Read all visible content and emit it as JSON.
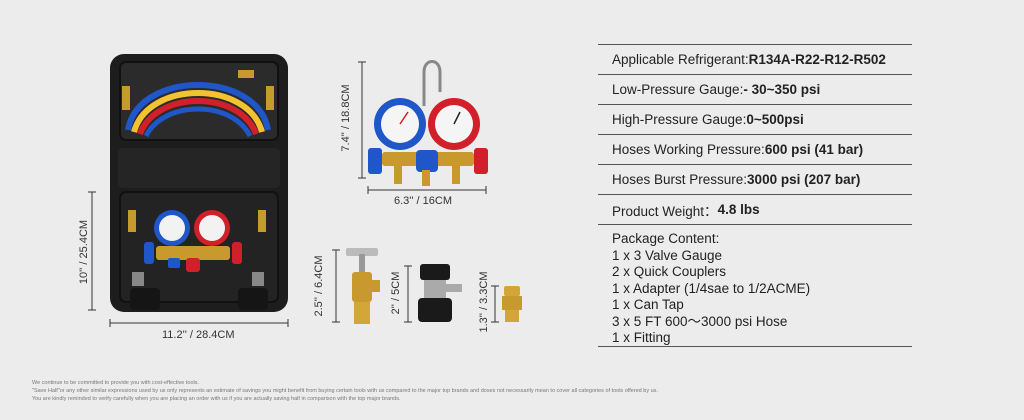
{
  "dimensions": {
    "case_height": "10'' / 25.4CM",
    "case_width": "11.2'' / 28.4CM",
    "gauge_height": "7.4'' / 18.8CM",
    "gauge_width": "6.3'' / 16CM",
    "can_tap_height": "2.5'' / 6.4CM",
    "coupler_height": "2'' / 5CM",
    "fitting_height": "1.3'' / 3.3CM"
  },
  "specs": [
    {
      "label": "Applicable Refrigerant: ",
      "value": "R134A-R22-R12-R502"
    },
    {
      "label": "Low-Pressure Gauge: ",
      "value": "- 30~350 psi"
    },
    {
      "label": "High-Pressure Gauge: ",
      "value": "0~500psi"
    },
    {
      "label": "Hoses Working Pressure: ",
      "value": "600 psi (41 bar)"
    },
    {
      "label": "Hoses Burst Pressure: ",
      "value": "3000 psi (207 bar)"
    },
    {
      "label": "Product Weight： ",
      "value": "4.8 lbs"
    }
  ],
  "package": {
    "title": "Package Content:",
    "items": [
      "1 x 3 Valve Gauge",
      "2 x Quick Couplers",
      "1 x Adapter (1/4sae to 1/2ACME)",
      "1 x Can Tap",
      "3 x 5 FT 600～3000 psi Hose",
      "1 x Fitting"
    ]
  },
  "disclaimer": [
    "We continue to be committed to provide you with cost-effective tools.",
    "\"Save Half\"or any other similar expressions used by us only represents an estimate of savings you might benefit from buying certain tools with us compared to the major top brands and doses not necessarily mean to cover all categories of tools offered by us.",
    "You are kindly reminded to verify carefully when you are placing an order with us if you are actually saving half in comparison with the top major brands."
  ],
  "colors": {
    "case": "#1d1d1d",
    "hose_blue": "#1f56c8",
    "hose_yellow": "#f2c230",
    "hose_red": "#d1202a",
    "brass": "#c89a2e",
    "background": "#ececec"
  }
}
